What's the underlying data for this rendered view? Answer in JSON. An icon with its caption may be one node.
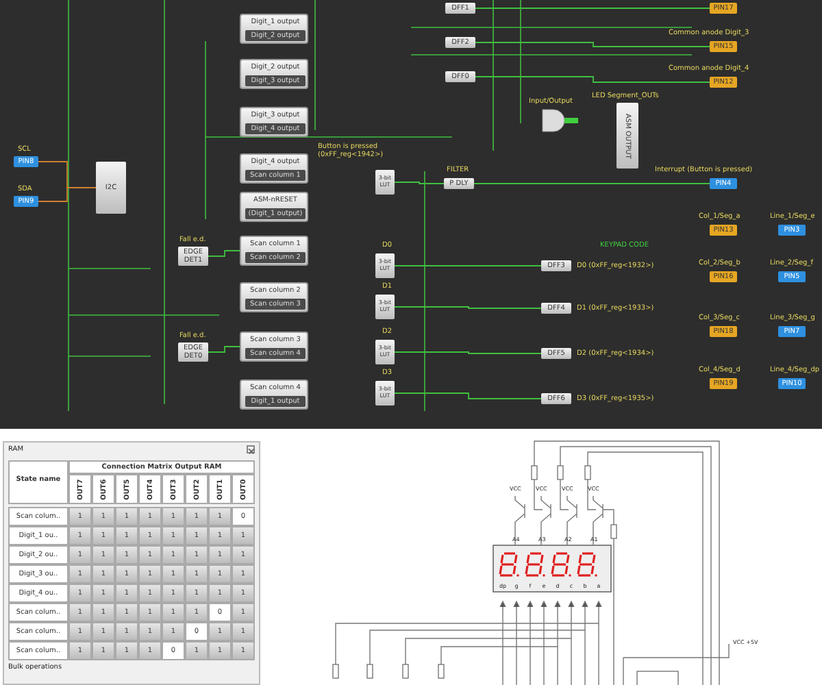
{
  "diagram": {
    "nodes": [
      {
        "text": [
          "PIN8"
        ],
        "beside": [
          "SCL"
        ]
      },
      {
        "text": [
          "PIN9"
        ],
        "beside": [
          "SDA"
        ]
      },
      {
        "text": [
          "I2C"
        ]
      },
      {
        "text": [
          "Digit_1 output",
          "Digit_2 output"
        ]
      },
      {
        "text": [
          "Digit_2 output",
          "Digit_3 output"
        ]
      },
      {
        "text": [
          "Digit_3 output",
          "Digit_4 output"
        ]
      },
      {
        "text": [
          "Digit_4 output",
          "Scan column 1"
        ]
      },
      {
        "text": [
          "ASM-nRESET",
          "(Digit_1 output)"
        ]
      },
      {
        "text": [
          "EDGE DET1"
        ],
        "beside": [
          "Fall e.d."
        ]
      },
      {
        "text": [
          "Scan column 1",
          "Scan column 2"
        ]
      },
      {
        "text": [
          "Scan column 2",
          "Scan column 3"
        ]
      },
      {
        "text": [
          "EDGE DET0"
        ],
        "beside": [
          "Fall e.d."
        ]
      },
      {
        "text": [
          "Scan column 3",
          "Scan column 4"
        ]
      },
      {
        "text": [
          "Scan column 4",
          "Digit_1 output"
        ]
      },
      {
        "text": [
          "DFF1"
        ]
      },
      {
        "text": [
          "DFF2"
        ]
      },
      {
        "text": [
          "DFF0"
        ]
      },
      {
        "text": [
          "PIN17"
        ]
      },
      {
        "text": [
          "PIN15"
        ],
        "beside": [
          "Common anode Digit_3"
        ]
      },
      {
        "text": [
          "PIN12"
        ],
        "beside": [
          "Common anode Digit_4"
        ]
      },
      {
        "text": [
          "ASM OUTPUT"
        ],
        "beside": [
          "LED Segment_OUTs"
        ]
      },
      {
        "text": [
          "3-bit LUT"
        ],
        "beside": [
          "Button is pressed (0xFF_reg<1942>)"
        ]
      },
      {
        "text": [
          "P DLY"
        ],
        "beside": [
          "FILTER"
        ]
      },
      {
        "text": [
          "PIN4"
        ],
        "beside": [
          "Interrupt (Button is pressed)"
        ]
      },
      {
        "text": [
          "3-bit LUT"
        ],
        "beside": [
          "D0"
        ]
      },
      {
        "text": [
          "3-bit LUT"
        ],
        "beside": [
          "D1"
        ]
      },
      {
        "text": [
          "3-bit LUT"
        ],
        "beside": [
          "D2"
        ]
      },
      {
        "text": [
          "3-bit LUT"
        ],
        "beside": [
          "D3"
        ]
      },
      {
        "text": [
          "DFF3"
        ],
        "beside": [
          "D0 (0xFF_reg<1932>)"
        ]
      },
      {
        "text": [
          "DFF4"
        ],
        "beside": [
          "D1 (0xFF_reg<1933>)"
        ]
      },
      {
        "text": [
          "DFF5"
        ],
        "beside": [
          "D2 (0xFF_reg<1934>)"
        ]
      },
      {
        "text": [
          "DFF6"
        ],
        "beside": [
          "D3 (0xFF_reg<1935>)"
        ]
      },
      {
        "text": [
          "PIN13"
        ],
        "beside": [
          "Col_1/Seg_a"
        ]
      },
      {
        "text": [
          "PIN3"
        ],
        "beside": [
          "Line_1/Seg_e"
        ]
      },
      {
        "text": [
          "PIN16"
        ],
        "beside": [
          "Col_2/Seg_b"
        ]
      },
      {
        "text": [
          "PIN5"
        ],
        "beside": [
          "Line_2/Seg_f"
        ]
      },
      {
        "text": [
          "PIN18"
        ],
        "beside": [
          "Col_3/Seg_c"
        ]
      },
      {
        "text": [
          "PIN7"
        ],
        "beside": [
          "Line_3/Seg_g"
        ]
      },
      {
        "text": [
          "PIN19"
        ],
        "beside": [
          "Col_4/Seg_d"
        ]
      },
      {
        "text": [
          "PIN10"
        ],
        "beside": [
          "Line_4/Seg_dp"
        ]
      }
    ],
    "edges": [
      {
        "from": 0,
        "to": 2,
        "arrow": "none",
        "color": "#d08030"
      },
      {
        "from": 1,
        "to": 2,
        "arrow": "none",
        "color": "#d08030"
      },
      {
        "from": 8,
        "to": 9,
        "arrow": "none"
      },
      {
        "from": 11,
        "to": 12,
        "arrow": "none"
      },
      {
        "from": 14,
        "to": 17,
        "arrow": "none"
      },
      {
        "from": 15,
        "to": 18,
        "arrow": "none"
      },
      {
        "from": 16,
        "to": 19,
        "arrow": "none"
      },
      {
        "from": 21,
        "to": 22,
        "arrow": "none"
      },
      {
        "from": 22,
        "to": 23,
        "arrow": "none"
      },
      {
        "from": 24,
        "to": 28,
        "arrow": "none"
      },
      {
        "from": 25,
        "to": 29,
        "arrow": "none"
      },
      {
        "from": 26,
        "to": 30,
        "arrow": "none"
      },
      {
        "from": 27,
        "to": 31,
        "arrow": "none"
      }
    ],
    "labels": [
      "Input/Output",
      "KEYPAD CODE",
      "RAM",
      "State name",
      "Connection Matrix Output RAM",
      "OUT7",
      "OUT6",
      "OUT5",
      "OUT4",
      "OUT3",
      "OUT2",
      "OUT1",
      "OUT0",
      "Scan colum..",
      "1",
      "1",
      "1",
      "1",
      "1",
      "1",
      "1",
      "0",
      "Digit_1 ou..",
      "1",
      "1",
      "1",
      "1",
      "1",
      "1",
      "1",
      "1",
      "Digit_2 ou..",
      "1",
      "1",
      "1",
      "1",
      "1",
      "1",
      "1",
      "1",
      "Digit_3 ou..",
      "1",
      "1",
      "1",
      "1",
      "1",
      "1",
      "1",
      "1",
      "Digit_4 ou..",
      "1",
      "1",
      "1",
      "1",
      "1",
      "1",
      "1",
      "1",
      "Scan colum..",
      "1",
      "1",
      "1",
      "1",
      "1",
      "1",
      "0",
      "1",
      "Scan colum..",
      "1",
      "1",
      "1",
      "1",
      "1",
      "0",
      "1",
      "1",
      "Scan colum..",
      "1",
      "1",
      "1",
      "1",
      "0",
      "1",
      "1",
      "1",
      "Bulk operations",
      "VCC",
      "VCC",
      "VCC",
      "VCC",
      "A4",
      "A3",
      "A2",
      "A1",
      "dp",
      "g",
      "f",
      "e",
      "d",
      "c",
      "b",
      "a",
      "VCC +5V"
    ]
  }
}
